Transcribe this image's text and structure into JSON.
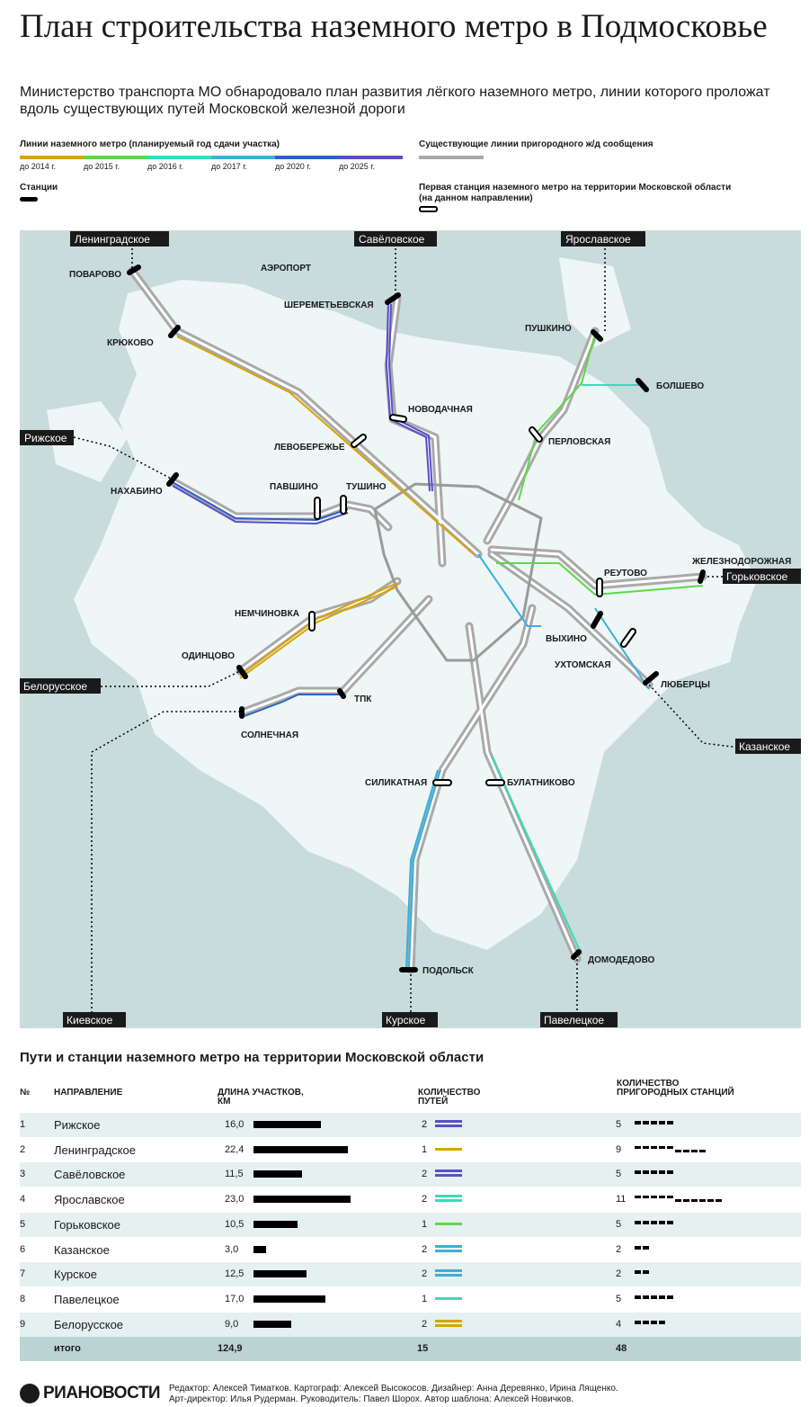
{
  "header": {
    "title": "План строительства наземного метро в Подмосковье",
    "subtitle": "Министерство транспорта МО обнародовало план развития лёгкого наземного метро, линии которого проложат вдоль существующих путей Московской железной дороги"
  },
  "legend": {
    "lines_caption": "Линии наземного метро (планируемый год сдачи участка)",
    "years": [
      {
        "label": "до 2014 г.",
        "color": "#d9a300"
      },
      {
        "label": "до 2015 г.",
        "color": "#5ed84a"
      },
      {
        "label": "до 2016 г.",
        "color": "#36dcb8"
      },
      {
        "label": "до 2017 г.",
        "color": "#3aafdc"
      },
      {
        "label": "до 2020 г.",
        "color": "#2a63c8"
      },
      {
        "label": "до 2025 г.",
        "color": "#5a4fc8"
      }
    ],
    "rail_caption": "Существующие линии пригородного ж/д сообщения",
    "rail_color": "#a9a9a9",
    "stations_caption": "Станции",
    "first_station_caption_1": "Первая станция наземного метро на территории Московской области",
    "first_station_caption_2": "(на данном направлении)"
  },
  "map": {
    "colors": {
      "water": "#c8dcdc",
      "land": "#eef6f6",
      "rail": "#a9a9a9",
      "ring": "#9a9a9a"
    },
    "directions": [
      "Ленинградское",
      "Савёловское",
      "Ярославское",
      "Рижское",
      "Горьковское",
      "Белорусское",
      "Казанское",
      "Киевское",
      "Курское",
      "Павелецкое"
    ],
    "stations": [
      "ПОВАРОВО",
      "КРЮКОВО",
      "АЭРОПОРТ",
      "ШЕРЕМЕТЬЕВСКАЯ",
      "НОВОДАЧНАЯ",
      "ЛЕВОБЕРЕЖЬЕ",
      "ПУШКИНО",
      "БОЛШЕВО",
      "ПЕРЛОВСКАЯ",
      "НАХАБИНО",
      "ПАВШИНО",
      "ТУШИНО",
      "РЕУТОВО",
      "ЖЕЛЕЗНОДОРОЖНАЯ",
      "НЕМЧИНОВКА",
      "ОДИНЦОВО",
      "ВЫХИНО",
      "УХТОМСКАЯ",
      "ЛЮБЕРЦЫ",
      "ТПК",
      "СОЛНЕЧНАЯ",
      "СИЛИКАТНАЯ",
      "БУЛАТНИКОВО",
      "ПОДОЛЬСК",
      "ДОМОДЕДОВО"
    ]
  },
  "table": {
    "title": "Пути и станции наземного метро на территории Московской области",
    "headers": {
      "num": "№",
      "direction": "НАПРАВЛЕНИЕ",
      "length_1": "ДЛИНА УЧАСТКОВ,",
      "length_2": "КМ",
      "tracks_1": "КОЛИЧЕСТВО",
      "tracks_2": "ПУТЕЙ",
      "stations_1": "КОЛИЧЕСТВО",
      "stations_2": "ПРИГОРОДНЫХ СТАНЦИЙ"
    },
    "rows": [
      {
        "num": "1",
        "direction": "Рижское",
        "length": "16,0",
        "km": 16.0,
        "tracks": "2",
        "color": "#5a4fc8",
        "stations": "5"
      },
      {
        "num": "2",
        "direction": "Ленинградское",
        "length": "22,4",
        "km": 22.4,
        "tracks": "1",
        "color": "#d9a300",
        "stations": "9"
      },
      {
        "num": "3",
        "direction": "Савёловское",
        "length": "11,5",
        "km": 11.5,
        "tracks": "2",
        "color": "#5a4fc8",
        "stations": "5"
      },
      {
        "num": "4",
        "direction": "Ярославское",
        "length": "23,0",
        "km": 23.0,
        "tracks": "2",
        "color": "#36dcb8",
        "stations": "11"
      },
      {
        "num": "5",
        "direction": "Горьковское",
        "length": "10,5",
        "km": 10.5,
        "tracks": "1",
        "color": "#5ed84a",
        "stations": "5"
      },
      {
        "num": "6",
        "direction": "Казанское",
        "length": "3,0",
        "km": 3.0,
        "tracks": "2",
        "color": "#3aafdc",
        "stations": "2"
      },
      {
        "num": "7",
        "direction": "Курское",
        "length": "12,5",
        "km": 12.5,
        "tracks": "2",
        "color": "#3aafdc",
        "stations": "2"
      },
      {
        "num": "8",
        "direction": "Павелецкое",
        "length": "17,0",
        "km": 17.0,
        "tracks": "1",
        "color": "#36dcb8",
        "stations": "5"
      },
      {
        "num": "9",
        "direction": "Белорусское",
        "length": "9,0",
        "km": 9.0,
        "tracks": "2",
        "color": "#d9a300",
        "stations": "4"
      }
    ],
    "total": {
      "label": "итого",
      "length": "124,9",
      "tracks": "15",
      "stations": "48"
    }
  },
  "footer": {
    "logo": "РИАНОВОСТИ",
    "credits_1": "Редактор: Алексей Тиматков. Картограф: Алексей Высокосов. Дизайнер: Анна Деревянко, Ирина Лященко.",
    "credits_2": "Арт-директор: Илья Рудерман. Руководитель: Павел Шорох. Автор шаблона: Алексей Новичков."
  }
}
